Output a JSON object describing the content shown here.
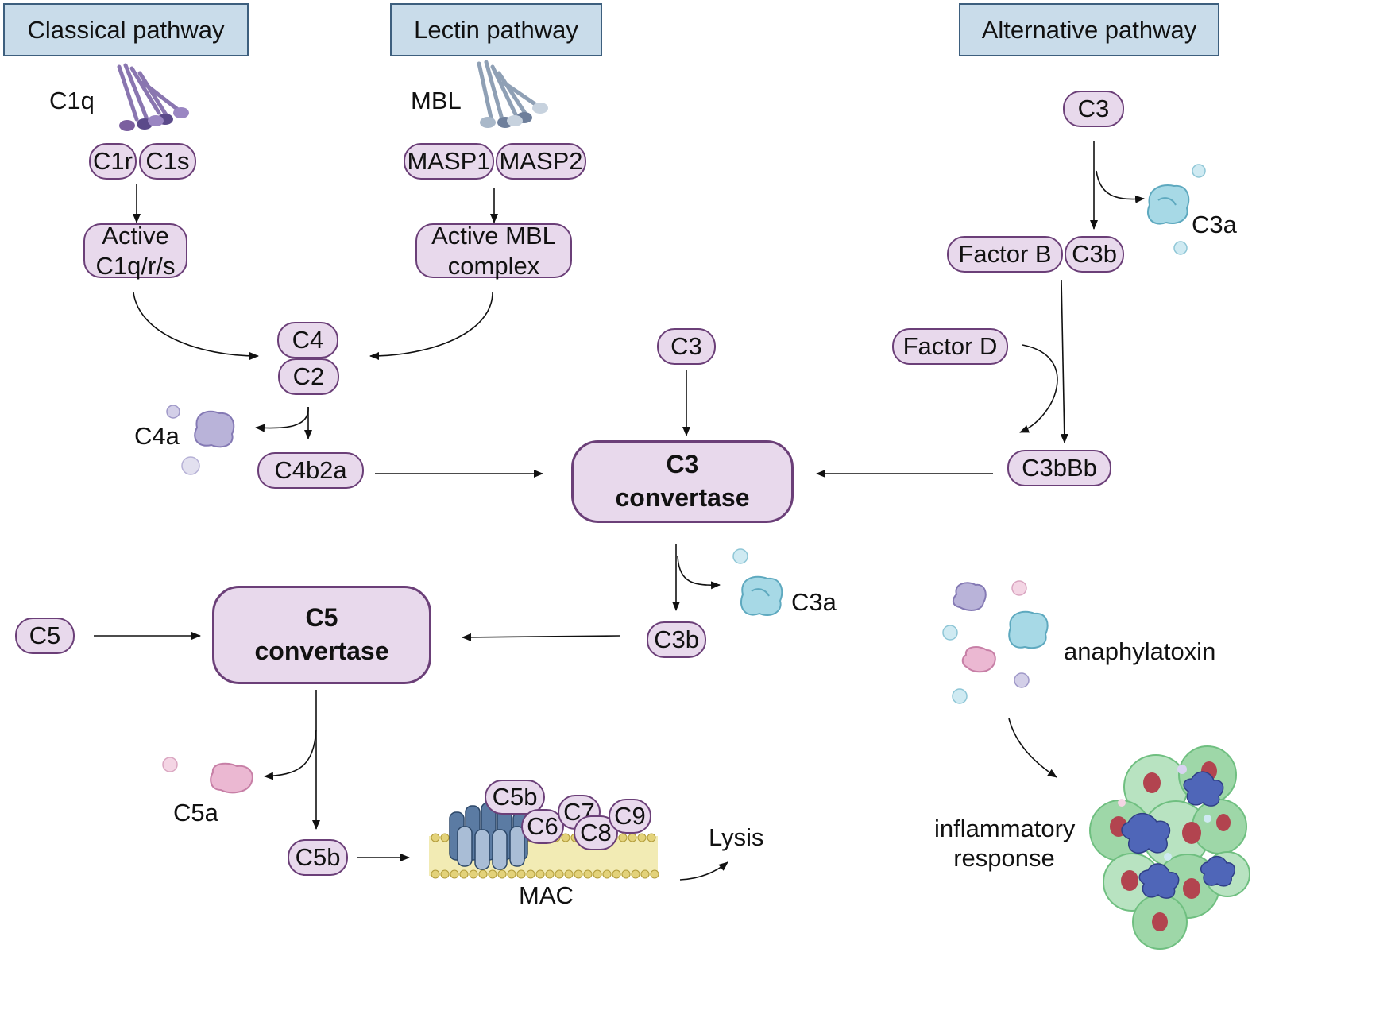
{
  "headers": {
    "classical": "Classical pathway",
    "lectin": "Lectin pathway",
    "alternative": "Alternative pathway"
  },
  "classical": {
    "c1q": "C1q",
    "c1r": "C1r",
    "c1s": "C1s",
    "active_line1": "Active",
    "active_line2": "C1q/r/s"
  },
  "lectin": {
    "mbl": "MBL",
    "masp1": "MASP1",
    "masp2": "MASP2",
    "active_line1": "Active MBL",
    "active_line2": "complex"
  },
  "alternative": {
    "c3": "C3",
    "c3a": "C3a",
    "factor_b": "Factor B",
    "c3b": "C3b",
    "factor_d": "Factor D",
    "c3bbb": "C3bBb"
  },
  "center": {
    "c4": "C4",
    "c2": "C2",
    "c4a": "C4a",
    "c4b2a": "C4b2a",
    "c3_top": "C3",
    "c3_convertase_line1": "C3",
    "c3_convertase_line2": "convertase",
    "c3a": "C3a",
    "c3b": "C3b",
    "c5": "C5",
    "c5_convertase_line1": "C5",
    "c5_convertase_line2": "convertase",
    "c5a": "C5a",
    "c5b": "C5b"
  },
  "mac": {
    "c5b": "C5b",
    "c6": "C6",
    "c7": "C7",
    "c8": "C8",
    "c9": "C9",
    "label": "MAC",
    "lysis": "Lysis"
  },
  "right": {
    "anaphylatoxin": "anaphylatoxin",
    "inflammatory_line1": "inflammatory",
    "inflammatory_line2": "response"
  },
  "colors": {
    "header_fill": "#c9dcea",
    "header_border": "#3d5f7e",
    "pill_fill": "#e8d9ec",
    "pill_border": "#6b3f78",
    "c3a_blue": "#a7d9e6",
    "c4a_lavender": "#b9b3d9",
    "c5a_pink": "#ebb8d2",
    "cell_green": "#9ed7a8",
    "nucleus_red": "#b2444f",
    "immune_blue": "#4f66b8"
  }
}
